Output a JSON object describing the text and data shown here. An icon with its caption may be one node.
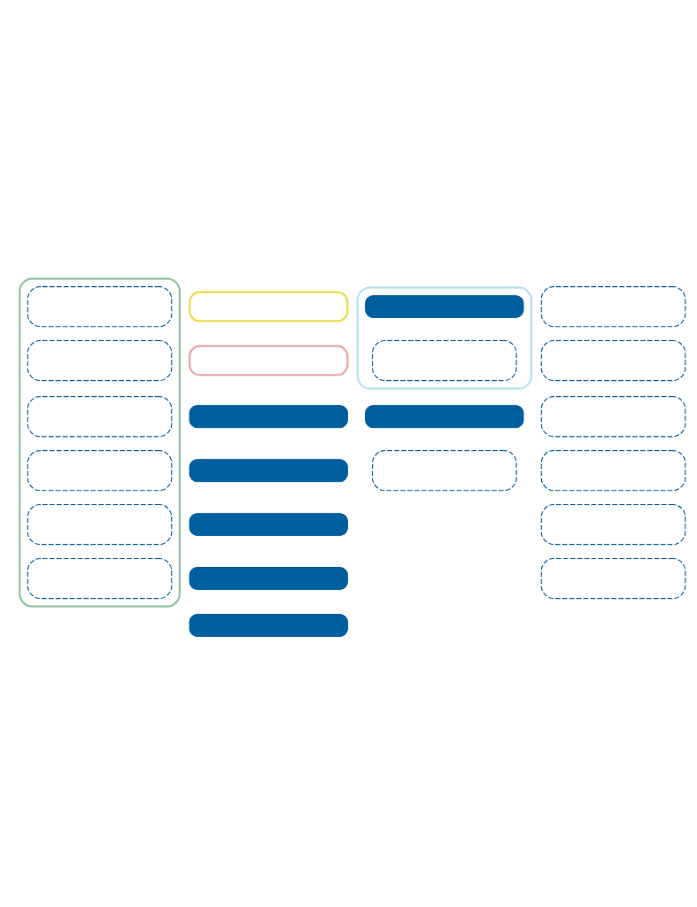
{
  "diagram": {
    "nodes": [
      {
        "text": [],
        "shape": "box"
      },
      {
        "text": [],
        "shape": "box"
      },
      {
        "text": [],
        "shape": "box"
      },
      {
        "text": [],
        "shape": "box"
      },
      {
        "text": [],
        "shape": "bar"
      },
      {
        "text": [],
        "shape": "box",
        "in": 0
      },
      {
        "text": [],
        "shape": "box"
      },
      {
        "text": [],
        "shape": "bar"
      },
      {
        "text": [],
        "shape": "box",
        "in": 0
      },
      {
        "text": [],
        "shape": "box"
      },
      {
        "text": [],
        "shape": "bar"
      },
      {
        "text": [],
        "shape": "box",
        "in": 0
      },
      {
        "text": [],
        "shape": "box"
      },
      {
        "text": [],
        "shape": "bar"
      },
      {
        "text": [],
        "shape": "box"
      },
      {
        "text": [],
        "shape": "box",
        "in": 0
      },
      {
        "text": [],
        "shape": "box",
        "in": 0
      },
      {
        "text": [],
        "shape": "box"
      },
      {
        "text": [],
        "shape": "bar"
      },
      {
        "text": [],
        "shape": "box",
        "in": 0
      },
      {
        "text": [],
        "shape": "box"
      },
      {
        "text": [],
        "shape": "bar",
        "in": 2
      },
      {
        "text": [],
        "shape": "box",
        "in": 2
      },
      {
        "text": [],
        "shape": "bar"
      },
      {
        "text": [],
        "shape": "box"
      }
    ],
    "edges": []
  }
}
